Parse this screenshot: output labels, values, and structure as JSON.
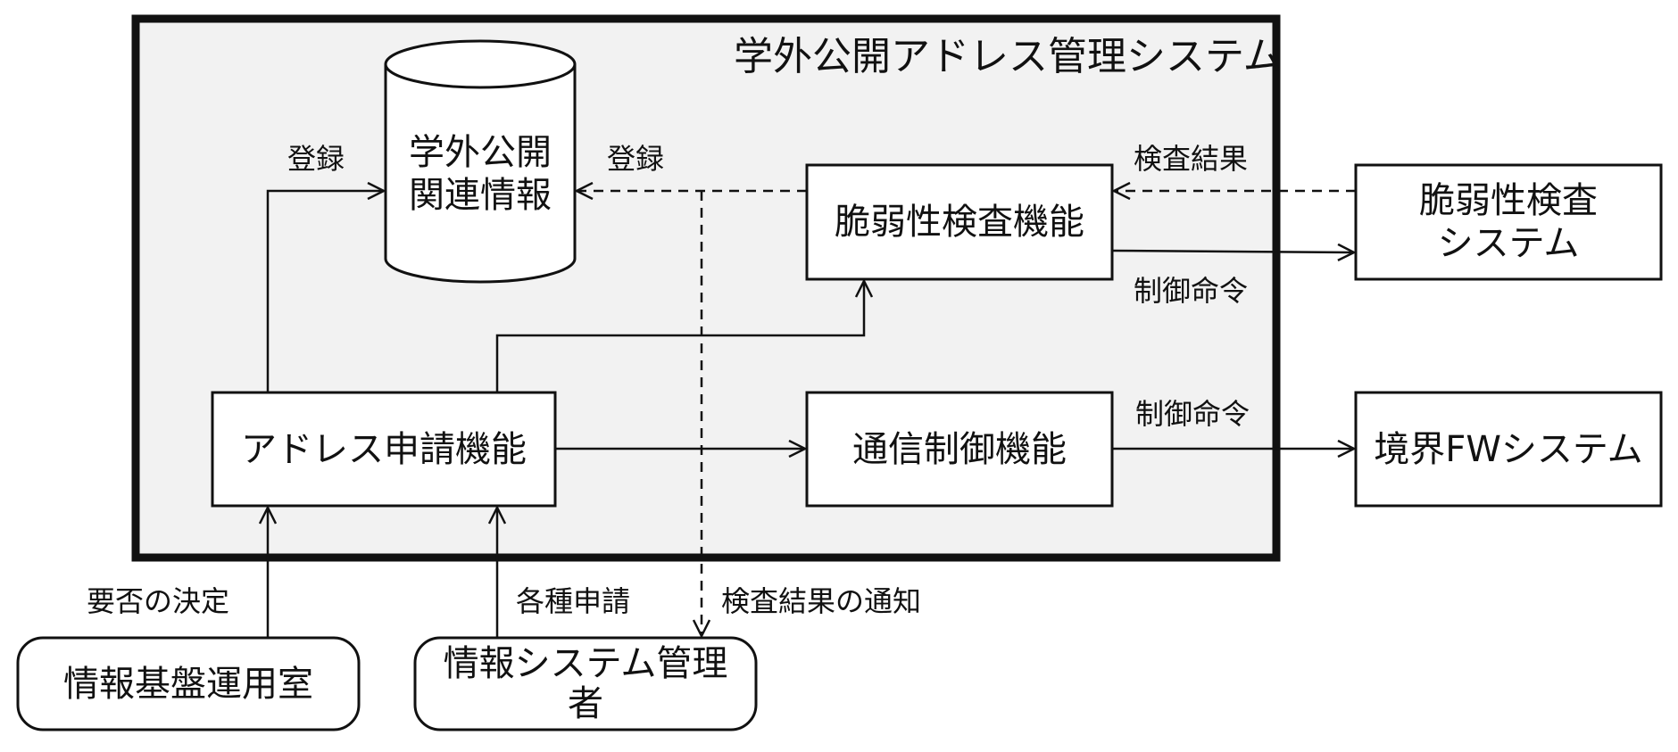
{
  "system": {
    "title": "学外公開アドレス管理システム"
  },
  "database": {
    "line1": "学外公開",
    "line2": "関連情報"
  },
  "functions": {
    "vuln_scan": "脆弱性検査機能",
    "address_request": "アドレス申請機能",
    "comm_control": "通信制御機能"
  },
  "external": {
    "vuln_system_line1": "脆弱性検査",
    "vuln_system_line2": "システム",
    "fw_system": "境界FWシステム",
    "infra_office": "情報基盤運用室",
    "sysadmin_line1": "情報システム管理",
    "sysadmin_line2": "者"
  },
  "labels": {
    "register_left": "登録",
    "register_right": "登録",
    "scan_result": "検査結果",
    "control_cmd_top": "制御命令",
    "control_cmd_bottom": "制御命令",
    "approval_decision": "要否の決定",
    "various_requests": "各種申請",
    "scan_result_notice": "検査結果の通知"
  }
}
